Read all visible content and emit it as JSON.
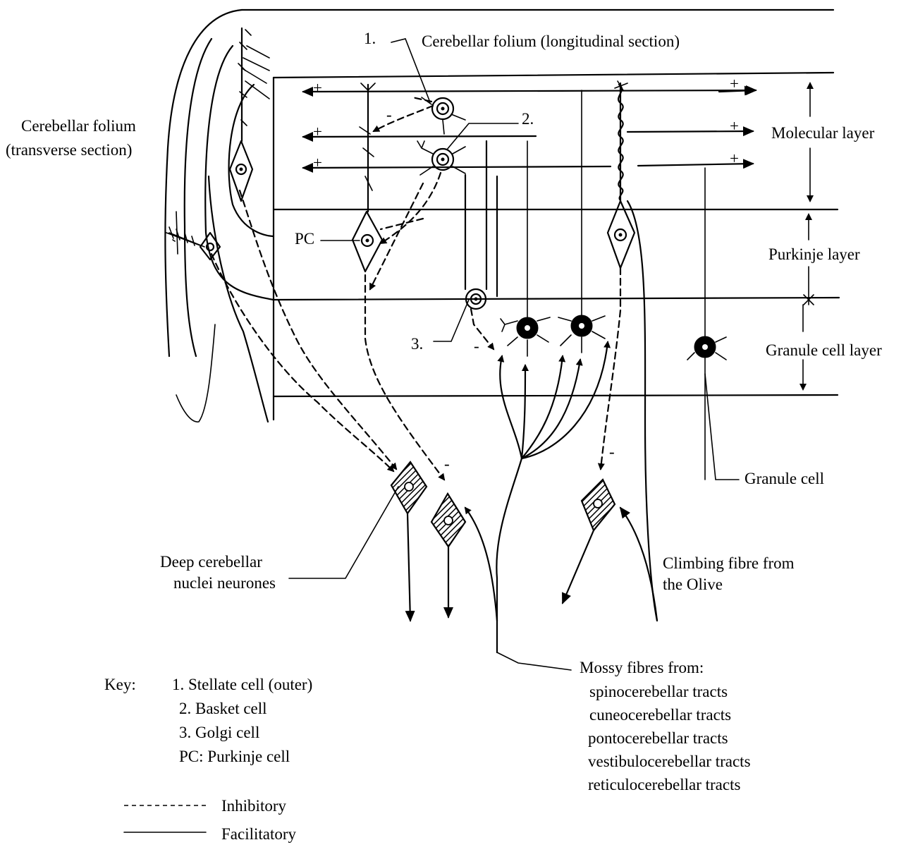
{
  "title": "Cerebellar folium (longitudinal section)",
  "transverse_label": [
    "Cerebellar folium",
    "(transverse section)"
  ],
  "layers": {
    "molecular": "Molecular layer",
    "purkinje": "Purkinje layer",
    "granule": "Granule cell layer"
  },
  "markers": {
    "one": "1.",
    "two": "2.",
    "three": "3.",
    "pc": "PC",
    "plus": "+",
    "minus": "-"
  },
  "labels": {
    "granule_cell": "Granule cell",
    "deep_nuclei": [
      "Deep cerebellar",
      "nuclei neurones"
    ],
    "climbing_fibre": [
      "Climbing fibre from",
      "the Olive"
    ]
  },
  "mossy": {
    "heading": "Mossy fibres from:",
    "tracts": [
      "spinocerebellar tracts",
      "cuneocerebellar tracts",
      "pontocerebellar tracts",
      "vestibulocerebellar tracts",
      "reticulocerebellar tracts"
    ]
  },
  "key": {
    "heading": "Key:",
    "items": [
      "1. Stellate cell (outer)",
      "2. Basket cell",
      "3. Golgi cell",
      "PC: Purkinje cell"
    ]
  },
  "legend": {
    "inhibitory_sample": "--------",
    "inhibitory": "Inhibitory",
    "facilitatory": "Facilitatory"
  }
}
